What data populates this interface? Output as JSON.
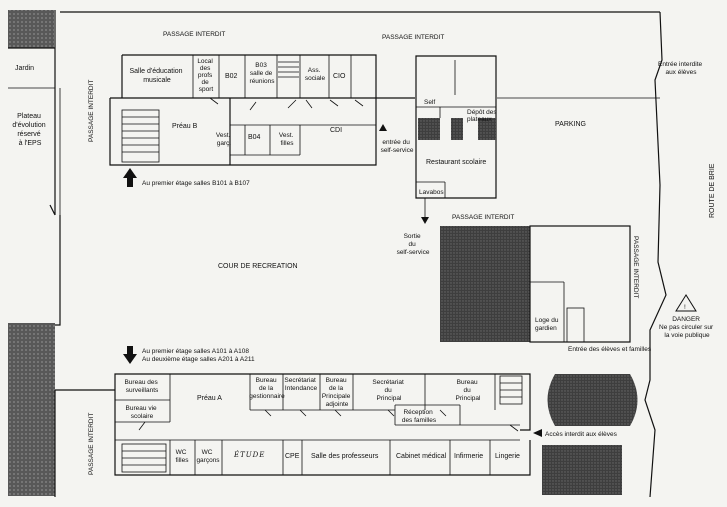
{
  "zones": {
    "jardin": "Jardin",
    "plateau": [
      "Plateau",
      "d'évolution",
      "réservé",
      "à l'EPS"
    ],
    "parking": "PARKING",
    "cour": "COUR DE RECREATION",
    "route": "ROUTE DE BRIE"
  },
  "passages": {
    "top_left": "PASSAGE INTERDIT",
    "top_right": "PASSAGE INTERDIT",
    "left_upper": "PASSAGE INTERDIT",
    "left_lower": "PASSAGE INTERDIT",
    "middle": "PASSAGE INTERDIT",
    "right": "PASSAGE INTERDIT"
  },
  "building_b": {
    "salle_musique": [
      "Salle d'éducation",
      "musicale"
    ],
    "local_profs": [
      "Local",
      "des",
      "profs",
      "de",
      "sport"
    ],
    "b02": "B02",
    "b03": [
      "B03",
      "salle de",
      "réunions"
    ],
    "ass_sociale": [
      "Ass.",
      "sociale"
    ],
    "cio": "CIO",
    "preau_b": "Préau B",
    "vest_garc": [
      "Vest.",
      "garç."
    ],
    "b04": "B04",
    "vest_filles": [
      "Vest.",
      "filles"
    ],
    "cdi": "CDI",
    "note": "Au premier étage salles B101 à B107"
  },
  "restaurant": {
    "self": "Self",
    "depot": [
      "Dépôt des",
      "plateaux"
    ],
    "entree_self": [
      "entrée du",
      "self-service"
    ],
    "restaurant": "Restaurant scolaire",
    "lavabos": "Lavabos",
    "sortie_self": [
      "Sortie",
      "du",
      "self-service"
    ]
  },
  "loge": [
    "Loge du",
    "gardien"
  ],
  "entrances": {
    "eleves_top": [
      "Entrée interdite",
      "aux élèves"
    ],
    "eleves_familles": "Entrée des élèves et familles",
    "acces_interdit": "Accès interdit aux élèves"
  },
  "danger": [
    "DANGER",
    "Ne pas circuler sur",
    "la voie publique"
  ],
  "building_a": {
    "note_lines": [
      "Au premier étage salles A101 à A108",
      "Au deuxième étage salles A201 à A211"
    ],
    "bureau_surveillants": [
      "Bureau des",
      "surveillants"
    ],
    "bureau_vie": [
      "Bureau vie",
      "scolaire"
    ],
    "preau_a": "Préau A",
    "bureau_gestionnaire": [
      "Bureau",
      "de la",
      "gestionnaire"
    ],
    "secretariat_intendance": [
      "Secrétariat",
      "Intendance"
    ],
    "bureau_principale_adjointe": [
      "Bureau",
      "de la",
      "Principale",
      "adjointe"
    ],
    "secretariat_principal": [
      "Secrétariat",
      "du",
      "Principal"
    ],
    "bureau_principal": [
      "Bureau",
      "du",
      "Principal"
    ],
    "reception": [
      "Réception",
      "des familles"
    ],
    "wc_filles": [
      "WC",
      "filles"
    ],
    "wc_garcons": [
      "WC",
      "garçons"
    ],
    "etude": "ÉTUDE",
    "cpe": "CPE",
    "salle_profs": "Salle des professeurs",
    "cabinet": "Cabinet médical",
    "infirmerie": "Infirmerie",
    "lingerie": "Lingerie"
  }
}
